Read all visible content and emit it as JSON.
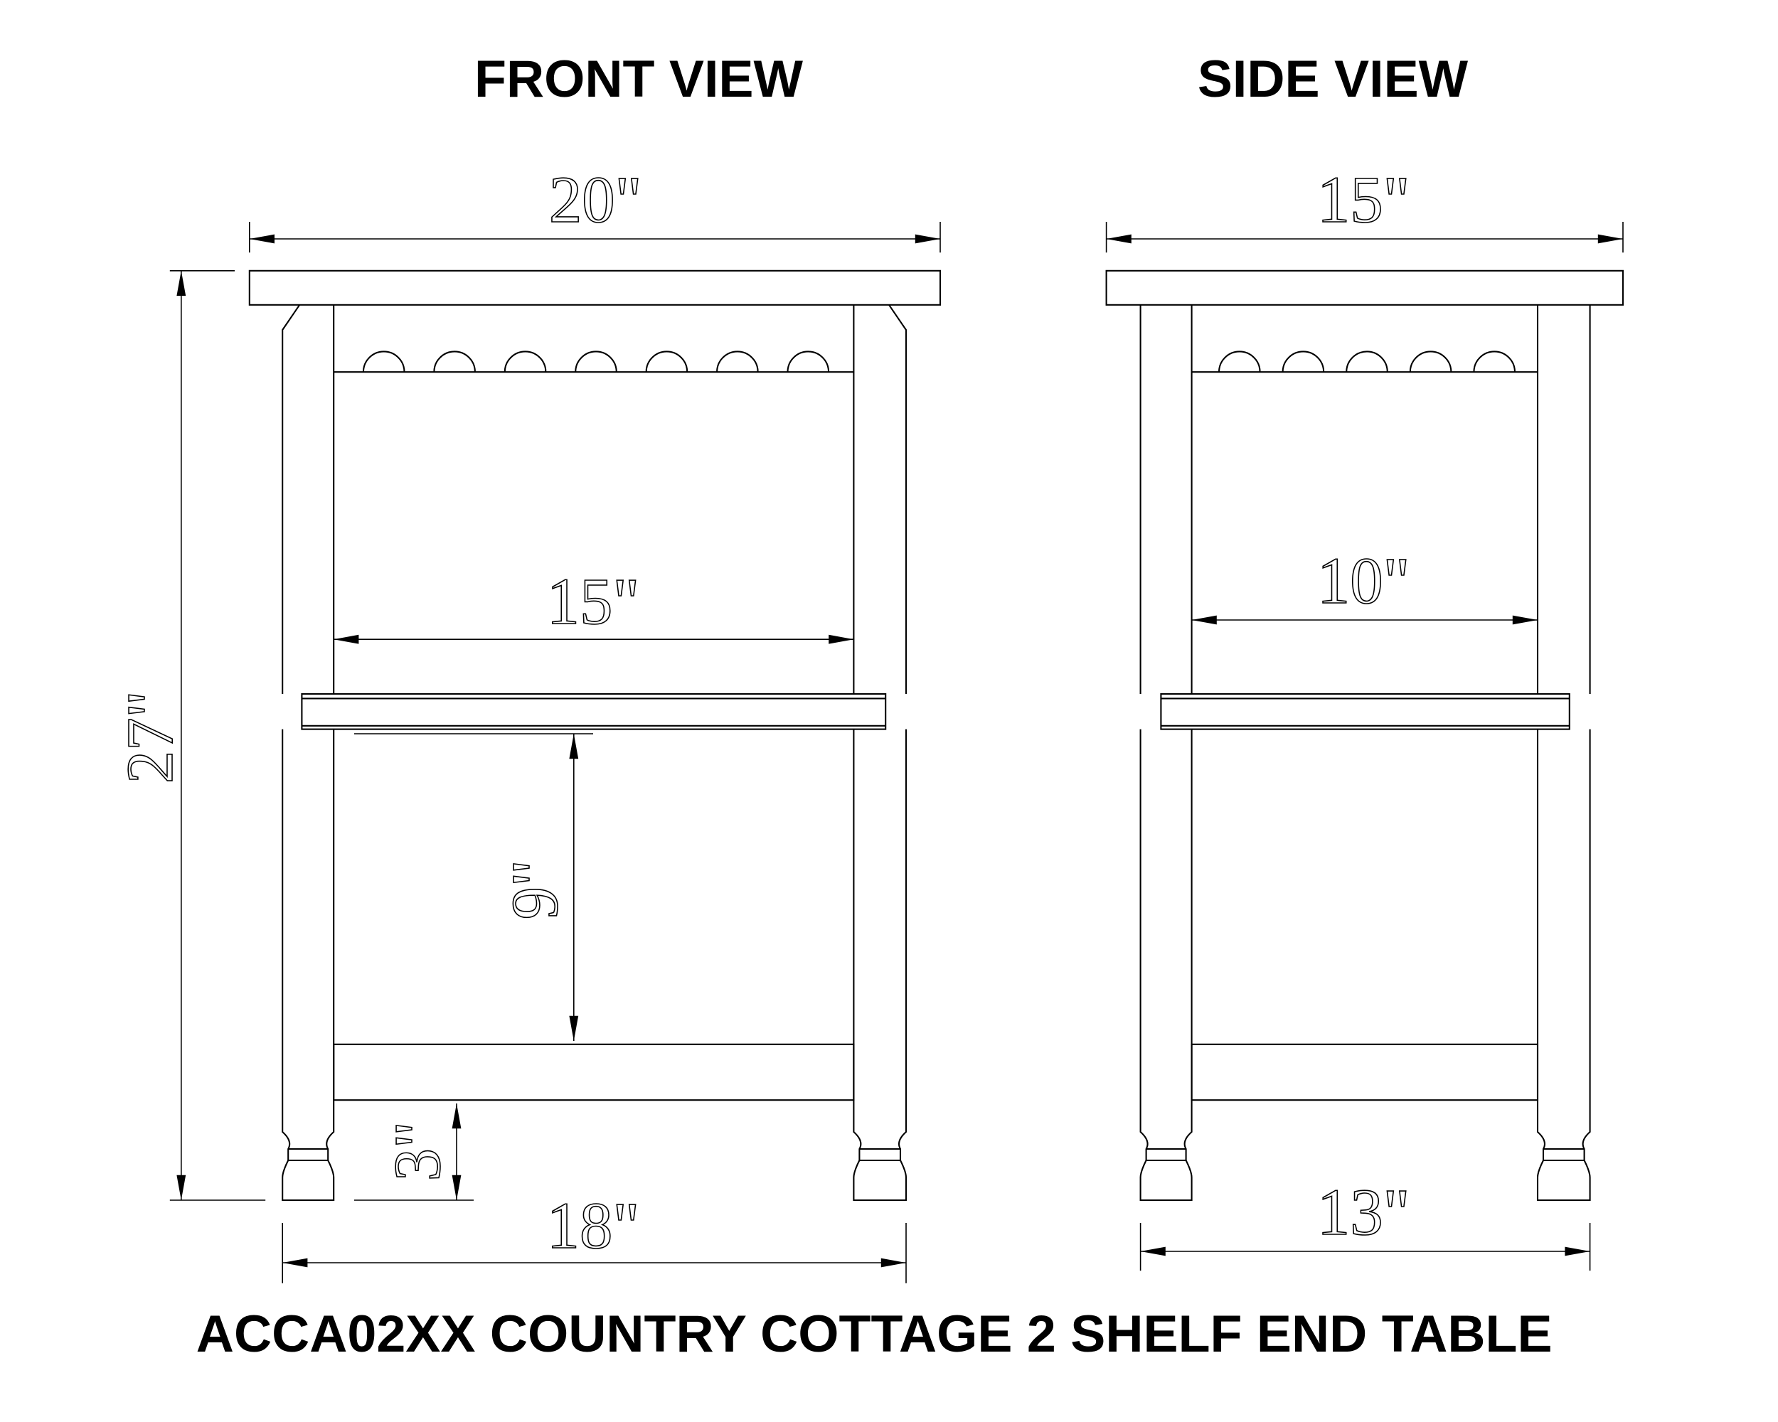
{
  "views": {
    "front": {
      "title": "FRONT VIEW",
      "dims": {
        "overall_width": "20\"",
        "height": "27\"",
        "inner_width": "15\"",
        "shelf_gap": "9\"",
        "stretcher_height": "3\"",
        "leg_span": "18\""
      },
      "scallop_count": 7
    },
    "side": {
      "title": "SIDE VIEW",
      "dims": {
        "overall_depth": "15\"",
        "inner_depth": "10\"",
        "leg_span": "13\""
      },
      "scallop_count": 5
    }
  },
  "drawing_title": "ACCA02XX COUNTRY COTTAGE 2 SHELF END TABLE"
}
